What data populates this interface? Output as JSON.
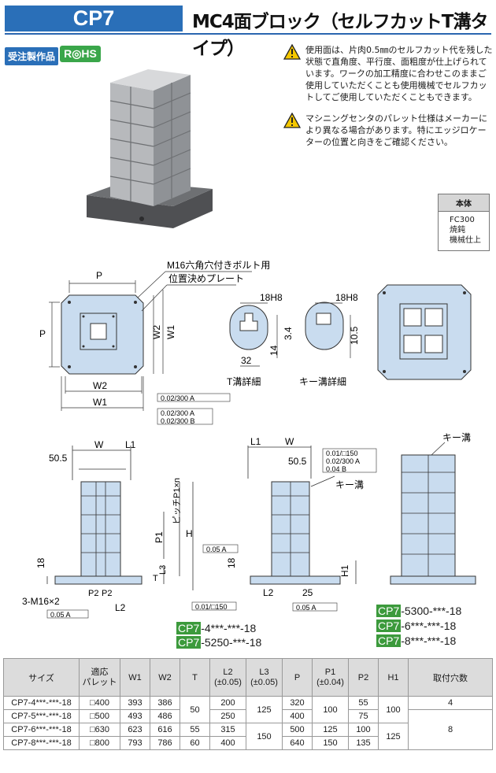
{
  "header": {
    "code": "CP7",
    "title": "MC4面ブロック（セルフカットT溝タイプ）"
  },
  "badges": {
    "order": "受注製作品",
    "rohs": "R◎HS"
  },
  "notes": [
    "使用面は、片肉0.5㎜のセルフカット代を残した状態で直角度、平行度、面粗度が仕上げられています。ワークの加工精度に合わせこのままご使用していただくことも使用機械でセルフカットしてご使用していただくこともできます。",
    "マシニングセンタのパレット仕様はメーカーにより異なる場合があります。特にエッジロケーターの位置と向きをご確認ください。"
  ],
  "material": {
    "header": "本体",
    "lines": [
      "FC300",
      "焼鈍",
      "機械仕上"
    ]
  },
  "callouts": {
    "bolt": "M16六角穴付きボルト用",
    "plate": "位置決めプレート",
    "tslot_detail": "T溝詳細",
    "keyslot_detail": "キー溝詳細",
    "keyslot_1": "キー溝",
    "keyslot_2": "キー溝",
    "m16": "3-M16×2"
  },
  "dims": {
    "P": "P",
    "W1": "W1",
    "W2": "W2",
    "W": "W",
    "L1": "L1",
    "L2": "L2",
    "L3": "L3",
    "P1": "P1",
    "P2": "P2",
    "H": "H",
    "H1": "H1",
    "T": "T",
    "pitch": "ピッチP1×n",
    "d18h8": "18H8",
    "d32": "32",
    "d14": "14",
    "d34": "3.4",
    "d105": "10.5",
    "d505": "50.5",
    "d18": "18",
    "d25": "25",
    "tol_flat_a": "0.02/300 A",
    "tol_flat_b": "0.02/300 B",
    "tol_par": "0.01/□150",
    "tol_perp": "0.05 A",
    "tol_pos": "0.04 B",
    "A": "A",
    "B": "B"
  },
  "models": {
    "left_1": {
      "prefix": "CP7",
      "suffix": "-4***-***-18"
    },
    "left_2": {
      "prefix": "CP7",
      "suffix": "-5250-***-18"
    },
    "right_1": {
      "prefix": "CP7",
      "suffix": "-5300-***-18"
    },
    "right_2": {
      "prefix": "CP7",
      "suffix": "-6***-***-18"
    },
    "right_3": {
      "prefix": "CP7",
      "suffix": "-8***-***-18"
    }
  },
  "table": {
    "headers": {
      "size": "サイズ",
      "pallet": [
        "適応",
        "パレット"
      ],
      "w1": "W1",
      "w2": "W2",
      "t": "T",
      "l2": [
        "L2",
        "(±0.05)"
      ],
      "l3": [
        "L3",
        "(±0.05)"
      ],
      "p": "P",
      "p1": [
        "P1",
        "(±0.04)"
      ],
      "p2": "P2",
      "h1": "H1",
      "holes": "取付穴数"
    },
    "rows": [
      {
        "size": "CP7-4***-***-18",
        "pallet": "□400",
        "w1": "393",
        "w2": "386",
        "l2": "200",
        "p": "320",
        "p2": "55"
      },
      {
        "size": "CP7-5***-***-18",
        "pallet": "□500",
        "w1": "493",
        "w2": "486",
        "l2": "250",
        "p": "400",
        "p2": "75"
      },
      {
        "size": "CP7-6***-***-18",
        "pallet": "□630",
        "w1": "623",
        "w2": "616",
        "l2": "315",
        "p": "500",
        "p2": "100"
      },
      {
        "size": "CP7-8***-***-18",
        "pallet": "□800",
        "w1": "793",
        "w2": "786",
        "l2": "400",
        "p": "640",
        "p2": "135"
      }
    ],
    "merged": {
      "t_1_2": "50",
      "t_3": "55",
      "t_4": "60",
      "l3_1_2": "125",
      "l3_3_4": "150",
      "p1_1_2": "100",
      "p1_3": "125",
      "p1_4": "150",
      "h1_1_2": "100",
      "h1_3_4": "125",
      "holes_1": "4",
      "holes_2_4": "8"
    }
  },
  "colors": {
    "accent": "#2a6fb8",
    "rohs": "#3aa64a",
    "part_fill": "#c9dcef",
    "model_prefix": "#3c9a3c"
  }
}
